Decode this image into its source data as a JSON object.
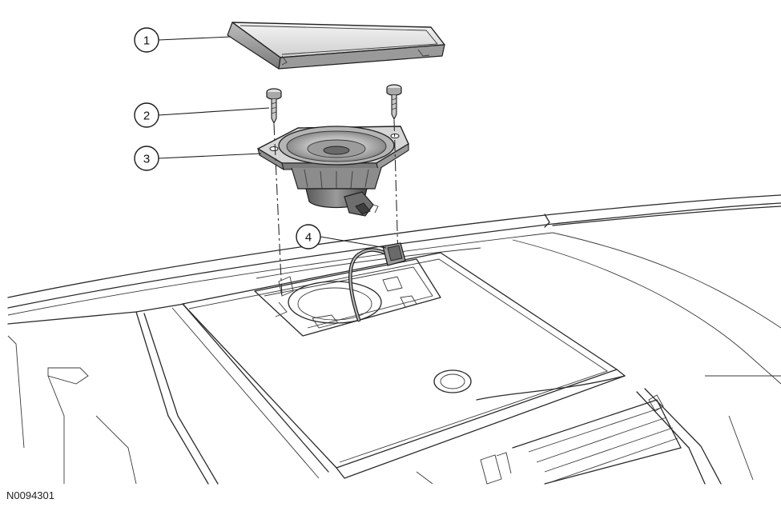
{
  "figure_id": "N0094301",
  "callouts": [
    {
      "number": "1"
    },
    {
      "number": "2"
    },
    {
      "number": "3"
    },
    {
      "number": "4"
    }
  ]
}
